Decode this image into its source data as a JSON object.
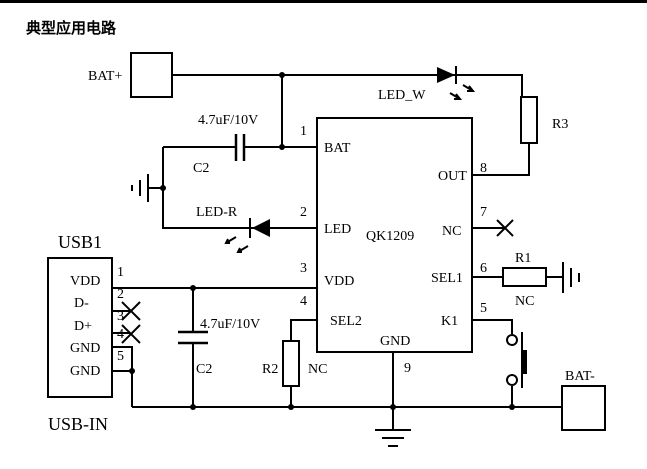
{
  "title": "典型应用电路",
  "ic": {
    "name": "QK1209",
    "pins_left": [
      "BAT",
      "LED",
      "VDD",
      "SEL2"
    ],
    "pins_right": [
      "OUT",
      "NC",
      "SEL1",
      "K1"
    ],
    "pin_bottom": "GND",
    "pin_numbers": [
      "1",
      "2",
      "3",
      "4",
      "5",
      "6",
      "7",
      "8",
      "9"
    ]
  },
  "usb": {
    "name": "USB1",
    "label": "USB-IN",
    "pins": [
      "VDD",
      "D-",
      "D+",
      "GND",
      "GND"
    ],
    "pin_numbers": [
      "1",
      "2",
      "3",
      "4",
      "5"
    ]
  },
  "labels": {
    "bat_plus": "BAT+",
    "bat_minus": "BAT-",
    "led_w": "LED_W",
    "led_r": "LED-R",
    "r1": "R1",
    "r2": "R2",
    "r3": "R3",
    "c2_top": "C2",
    "c2_top_value": "4.7uF/10V",
    "c2_bottom": "C2",
    "c2_bottom_value": "4.7uF/10V",
    "r1_nc": "NC",
    "r2_nc": "NC"
  }
}
